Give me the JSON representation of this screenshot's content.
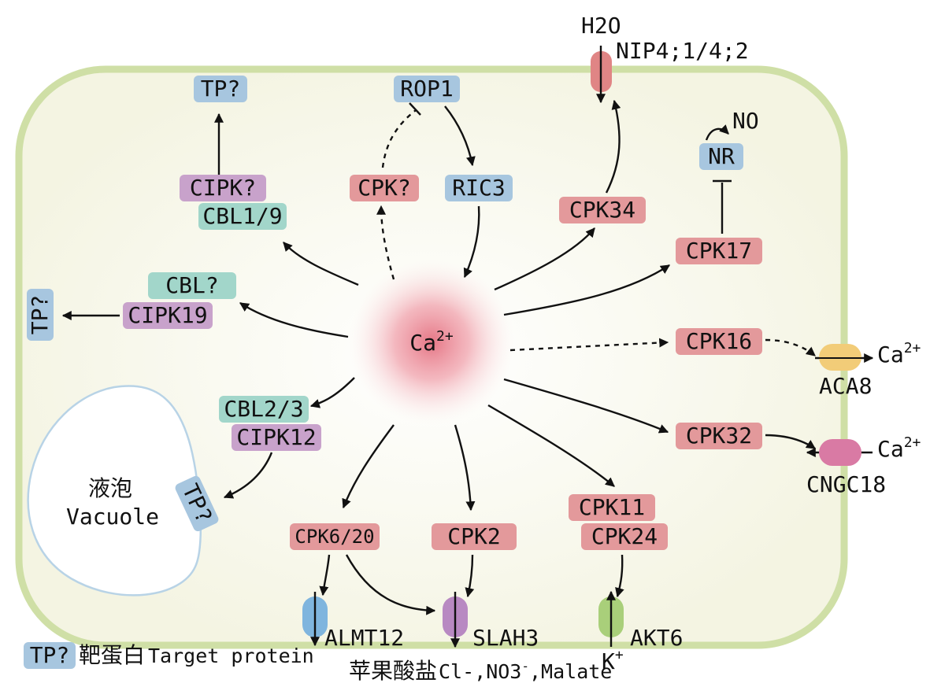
{
  "colors": {
    "blue_box": "#a7c6df",
    "pink_box": "#e3999b",
    "purple_box": "#c8a2cb",
    "teal_box": "#a2d6ca",
    "cell_fill": "#f5f5e6",
    "cell_border": "#cfdfa6",
    "vacuole_fill": "#ffffff",
    "vacuole_border": "#b8d3e6",
    "aca8_channel": "#f2cc78",
    "cngc18_channel": "#d97aa4",
    "almt12_channel": "#7fb5de",
    "slah3_channel": "#b889c2",
    "akt6_channel": "#a9cf7a",
    "nip_channel": "#e08585"
  },
  "center": {
    "label": "Ca",
    "sup": "2+"
  },
  "nodes": {
    "tp_top": "TP?",
    "rop1": "ROP1",
    "cipk_q": "CIPK?",
    "cbl19": "CBL1/9",
    "cpk_q": "CPK?",
    "ric3": "RIC3",
    "cpk34": "CPK34",
    "nr": "NR",
    "no": "NO",
    "cpk17": "CPK17",
    "cbl_q": "CBL?",
    "cipk19": "CIPK19",
    "tp_left": "TP?",
    "cpk16": "CPK16",
    "cbl23": "CBL2/3",
    "cipk12": "CIPK12",
    "tp_vac": "TP?",
    "cpk32": "CPK32",
    "cpk620": "CPK6/20",
    "cpk2": "CPK2",
    "cpk11": "CPK11",
    "cpk24": "CPK24"
  },
  "vacuole": {
    "cn": "液泡",
    "en": "Vacuole"
  },
  "channels": {
    "h2o": "H2O",
    "nip": "NIP4;1/4;2",
    "aca8": "ACA8",
    "aca8_ion": "Ca",
    "aca8_ion_sup": "2+",
    "cngc18": "CNGC18",
    "cngc18_ion": "Ca",
    "cngc18_ion_sup": "2+",
    "almt12": "ALMT12",
    "slah3": "SLAH3",
    "akt6": "AKT6",
    "k_ion": "K",
    "k_sup": "+",
    "malate_cn": "苹果酸盐",
    "anions_a": "Cl-,NO3",
    "anions_sup": "-",
    "anions_b": ",Malate"
  },
  "legend": {
    "box": "TP?",
    "cn": "靶蛋白",
    "en": "Target protein"
  }
}
